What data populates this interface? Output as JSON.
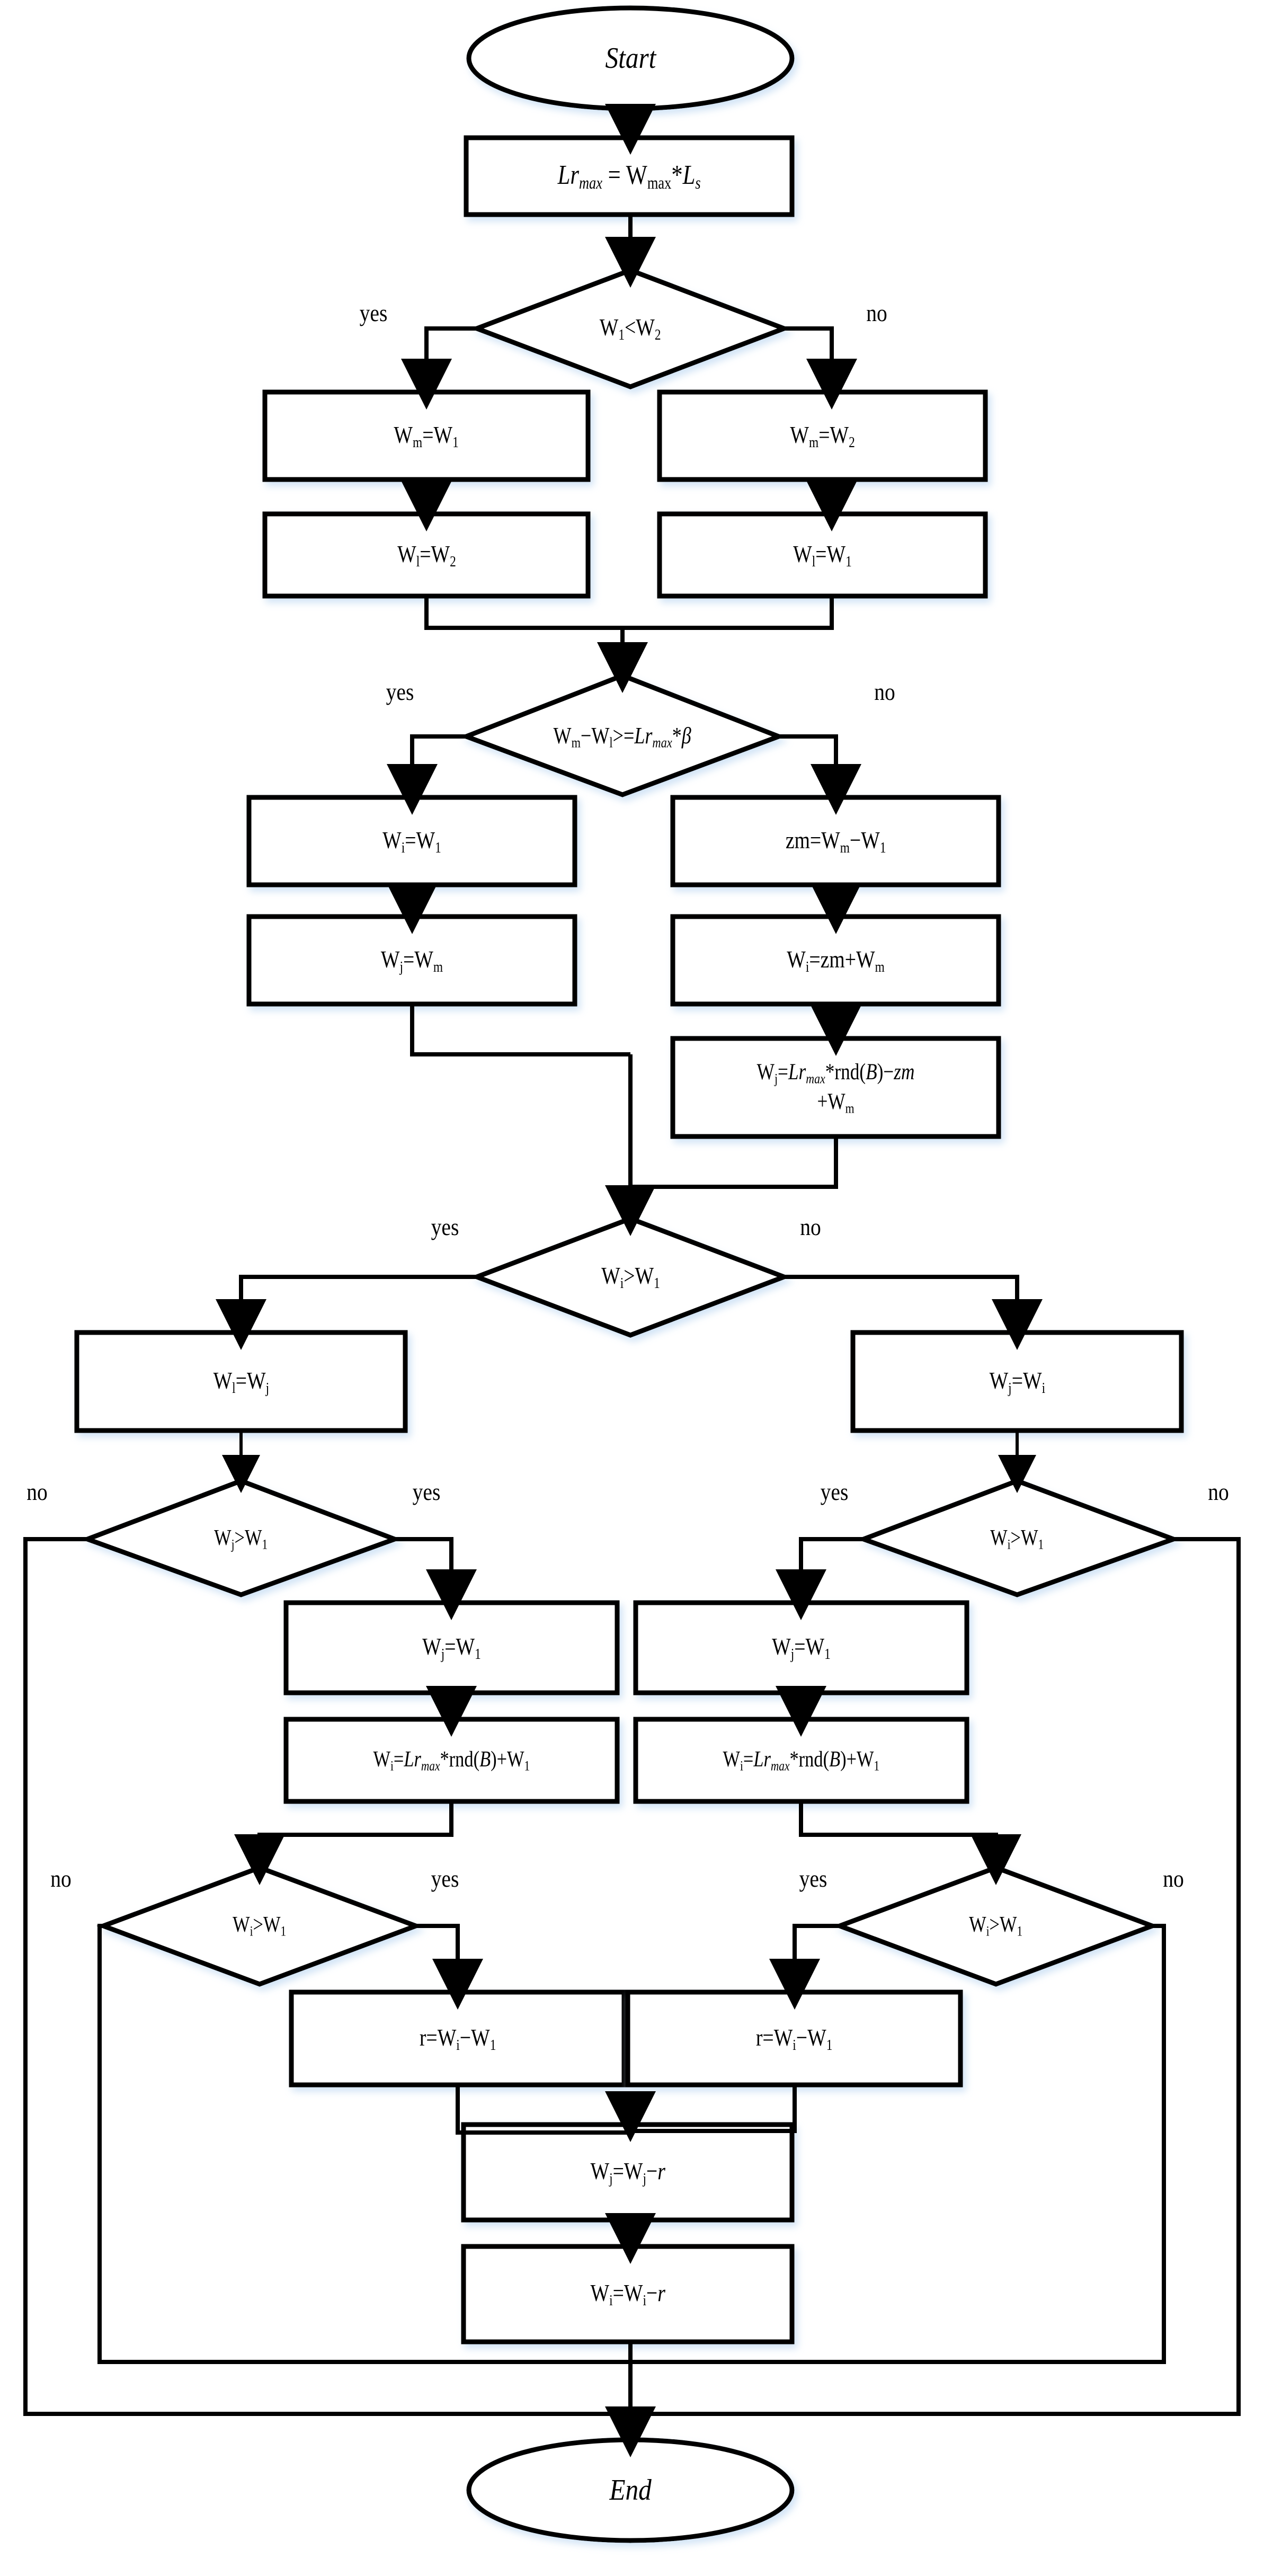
{
  "diagram": {
    "title": "Load-redistribution weight adjustment flowchart",
    "type": "flowchart",
    "colors": {
      "stroke": "#000000",
      "fill": "#ffffff",
      "background": "#ffffff",
      "shadow": "#dbeaf7"
    }
  },
  "labels": {
    "yes": "yes",
    "no": "no"
  },
  "nodes": {
    "start": {
      "shape": "terminator",
      "text": "Start"
    },
    "init": {
      "shape": "process",
      "text": "Lrmax = Wmax*Ls",
      "parts": [
        "Lr",
        "max",
        " = W",
        "max",
        "*L",
        "s"
      ]
    },
    "d1": {
      "shape": "decision",
      "text": "W1<W2",
      "yes_side": "left",
      "no_side": "right"
    },
    "p_wm_w1": {
      "shape": "process",
      "text": "Wm=W1"
    },
    "p_wm_w2": {
      "shape": "process",
      "text": "Wm=W2"
    },
    "p_wl_w2": {
      "shape": "process",
      "text": "Wl=W2"
    },
    "p_wl_w1": {
      "shape": "process",
      "text": "Wl=W1"
    },
    "d2": {
      "shape": "decision",
      "text": "Wm−Wl>=Lrmax*β",
      "yes_side": "left",
      "no_side": "right"
    },
    "p_wi_w1": {
      "shape": "process",
      "text": "Wi=W1"
    },
    "p_wj_wm": {
      "shape": "process",
      "text": "Wj=Wm"
    },
    "p_zm": {
      "shape": "process",
      "text": "zm=Wm−W1"
    },
    "p_wi_zm": {
      "shape": "process",
      "text": "Wi=zm+Wm"
    },
    "p_wj_rnd": {
      "shape": "process",
      "text": "Wj=Lrmax*rnd(B)−zm +Wm",
      "line1": "Wj=Lrmax*rnd(B)−zm",
      "line2": "+Wm"
    },
    "d3": {
      "shape": "decision",
      "text": "Wi>W1",
      "yes_side": "left",
      "no_side": "right"
    },
    "p_wl_wj": {
      "shape": "process",
      "text": "Wl=Wj"
    },
    "p_wj_wi": {
      "shape": "process",
      "text": "Wj=Wi"
    },
    "d4L": {
      "shape": "decision",
      "text": "Wj>W1",
      "yes_side": "right",
      "no_side": "left"
    },
    "d4R": {
      "shape": "decision",
      "text": "Wi>W1",
      "yes_side": "left",
      "no_side": "right"
    },
    "p_wj_w1_L": {
      "shape": "process",
      "text": "Wj=W1"
    },
    "p_wj_w1_R": {
      "shape": "process",
      "text": "Wj=W1"
    },
    "p_wi_rnd_L": {
      "shape": "process",
      "text": "Wi=Lrmax*rnd(B)+W1"
    },
    "p_wi_rnd_R": {
      "shape": "process",
      "text": "Wi=Lrmax*rnd(B)+W1"
    },
    "d5L": {
      "shape": "decision",
      "text": "Wi>W1",
      "yes_side": "right",
      "no_side": "left"
    },
    "d5R": {
      "shape": "decision",
      "text": "Wi>W1",
      "yes_side": "left",
      "no_side": "right"
    },
    "p_r_L": {
      "shape": "process",
      "text": "r=Wi−W1"
    },
    "p_r_R": {
      "shape": "process",
      "text": "r=Wi−W1"
    },
    "p_wj_sub": {
      "shape": "process",
      "text": "Wj=Wj−r"
    },
    "p_wi_sub": {
      "shape": "process",
      "text": "Wi=Wi−r"
    },
    "end": {
      "shape": "terminator",
      "text": "End"
    }
  }
}
